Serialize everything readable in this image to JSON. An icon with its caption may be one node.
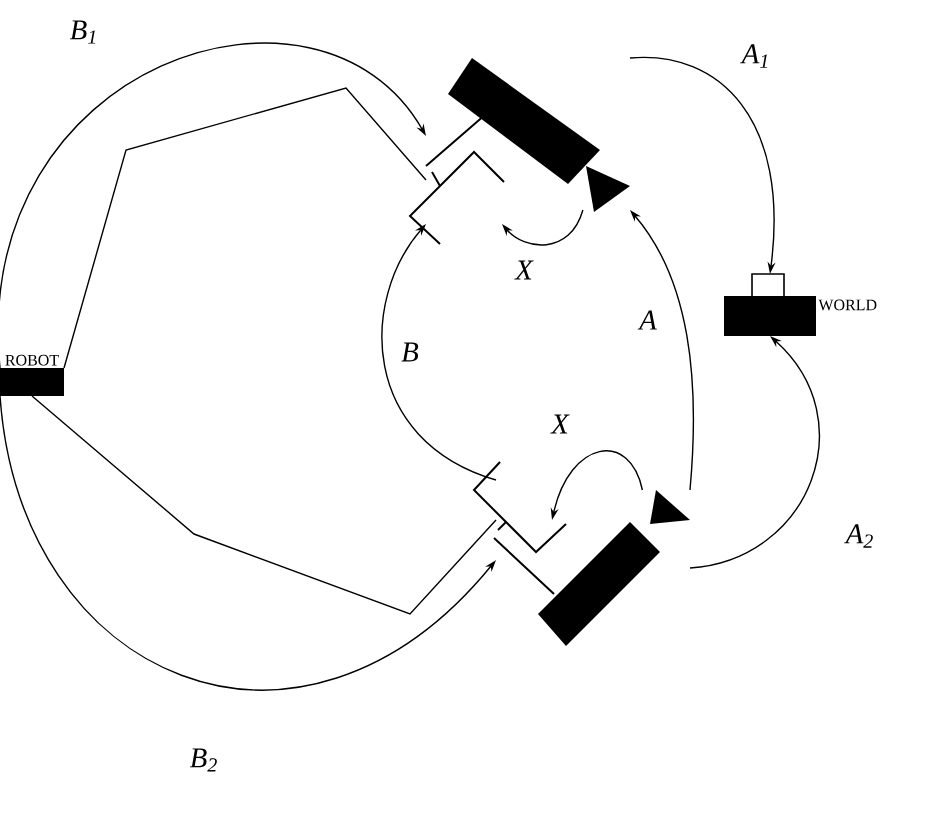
{
  "diagram": {
    "nodes": [
      {
        "text": [
          "ROBOT"
        ]
      },
      {
        "text": [],
        "shape": "gripper"
      },
      {
        "text": [],
        "shape": "camera"
      },
      {
        "text": [
          "WORLD"
        ]
      },
      {
        "text": [],
        "shape": "gripper"
      },
      {
        "text": [],
        "shape": "camera"
      }
    ],
    "edges": [
      {
        "from": 0,
        "to": 1,
        "arrow": "to",
        "label": "B$_{1}$"
      },
      {
        "from": 2,
        "to": 3,
        "arrow": "to",
        "label": "A$_{1}$"
      },
      {
        "from": 2,
        "to": 1,
        "arrow": "to",
        "label": "X"
      },
      {
        "from": 5,
        "to": 2,
        "arrow": "to",
        "label": "A"
      },
      {
        "from": 4,
        "to": 1,
        "arrow": "to",
        "label": "B"
      },
      {
        "from": 5,
        "to": 4,
        "arrow": "to",
        "label": "X"
      },
      {
        "from": 5,
        "to": 3,
        "arrow": "to",
        "label": "A$_{2}$"
      },
      {
        "from": 0,
        "to": 4,
        "arrow": "to",
        "label": "B$_{2}$"
      },
      {
        "from": 0,
        "to": 1,
        "arrow": "none"
      },
      {
        "from": 0,
        "to": 4,
        "arrow": "none"
      }
    ]
  }
}
